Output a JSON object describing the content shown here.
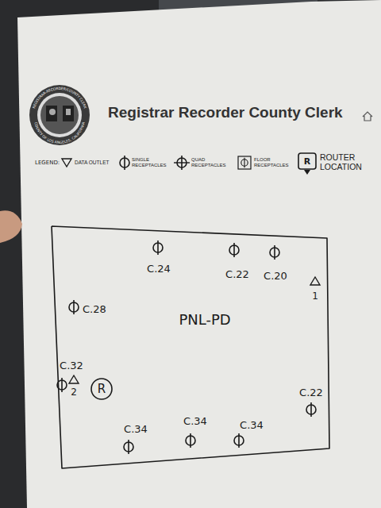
{
  "diagram": {
    "title": "Registrar Recorder County Clerk",
    "nodes": [
      {
        "text": [
          "PNL-PD"
        ]
      },
      {
        "text": [
          "R"
        ],
        "in": 0
      }
    ],
    "labels": [
      "LEGEND:",
      "R",
      "REGISTRAR-RECORDER/COUNTY CLERK",
      "COUNTY OF LOS ANGELES, CALIFORNIA",
      "C.24",
      "C.22",
      "C.20",
      "1",
      "C.28",
      "C.32",
      "2",
      "C.22",
      "C.34",
      "C.34",
      "C.34"
    ],
    "legend": [
      {
        "text": "DATA OUTLET"
      },
      {
        "text": "SINGLE RECEPTACLES"
      },
      {
        "text": "QUAD RECEPTACLES"
      },
      {
        "text": "FLOOR RECEPTACLES"
      },
      {
        "text": "ROUTER LOCATION"
      }
    ]
  }
}
